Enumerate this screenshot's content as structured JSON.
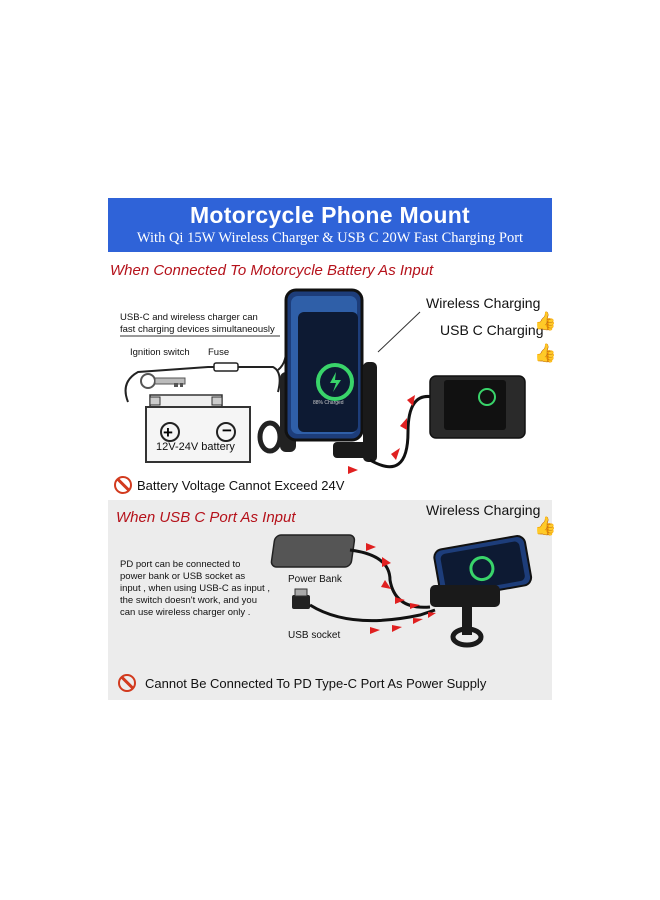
{
  "banner": {
    "title": "Motorcycle Phone Mount",
    "subtitle": "With Qi 15W Wireless Charger & USB C 20W Fast Charging Port",
    "color": "#2f63d8"
  },
  "section1": {
    "heading": "When Connected To Motorcycle Battery As Input",
    "note_line1": "USB-C and wireless charger can",
    "note_line2": "fast charging devices simultaneously",
    "ignition_label": "Ignition switch",
    "fuse_label": "Fuse",
    "battery_label": "12V-24V battery",
    "battery_plus": "+",
    "battery_minus": "−",
    "wireless_label": "Wireless Charging",
    "usbc_label": "USB C Charging",
    "screen_text": "88% Charged",
    "warning": "Battery Voltage Cannot Exceed 24V"
  },
  "section2": {
    "heading": "When USB C Port As Input",
    "note_line1": "PD port can be connected to",
    "note_line2": "power bank or USB socket as",
    "note_line3": "input , when using USB-C as input ,",
    "note_line4": "the switch doesn't work, and you",
    "note_line5": "can use wireless charger only .",
    "power_bank_label": "Power Bank",
    "usb_socket_label": "USB socket",
    "wireless_label": "Wireless Charging",
    "warning": "Cannot Be Connected To PD Type-C Port As Power Supply"
  },
  "icons": {
    "thumbs_up": "👍",
    "accent_red": "#d23a1e",
    "heading_red": "#b5121b"
  }
}
